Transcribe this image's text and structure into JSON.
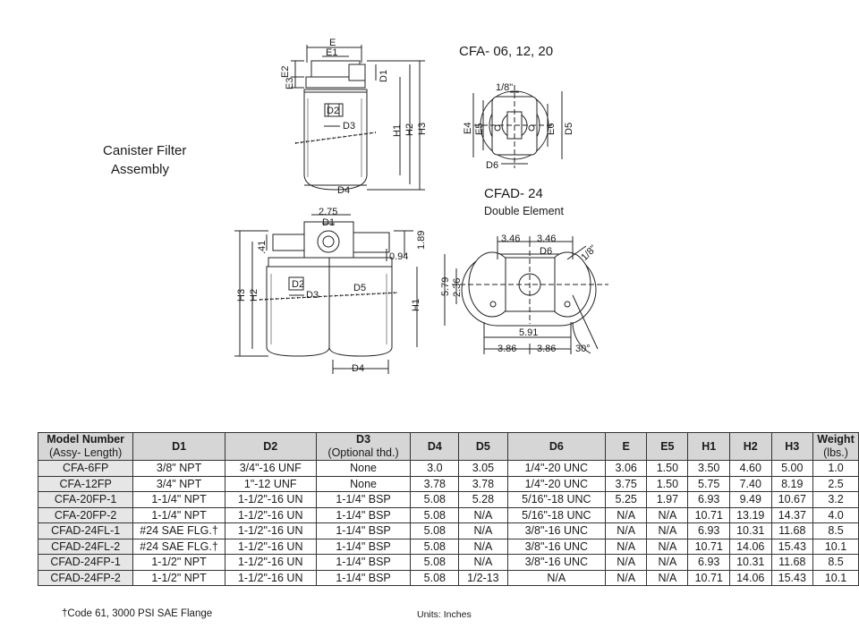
{
  "titles": {
    "cfa": "CFA- 06, 12, 20",
    "cfad": "CFAD- 24",
    "cfad_sub": "Double Element",
    "assembly_line1": "Canister Filter",
    "assembly_line2": "Assembly"
  },
  "labels": {
    "E": "E",
    "E1": "E1",
    "E2": "E2",
    "E3": "E3",
    "D1": "D1",
    "D2": "D2",
    "D3": "D3",
    "D4": "D4",
    "D5": "D5",
    "D6": "D6",
    "E4": "E4",
    "E5": "E5",
    "E6": "E6",
    "H1": "H1",
    "H2": "H2",
    "H3": "H3",
    "one_eighth": "1/8\"",
    "d275": "2.75",
    "d189": "1.89",
    "d41": ".41",
    "d094": "0.94",
    "d346a": "3.46",
    "d346b": "3.46",
    "d579": "5.79",
    "d236": "2.36",
    "d591": "5.91",
    "d386a": "3.86",
    "d386b": "3.86",
    "d30": "30°"
  },
  "table": {
    "headers": [
      {
        "main": "Model Number",
        "sub": "(Assy- Length)"
      },
      {
        "main": "D1",
        "sub": ""
      },
      {
        "main": "D2",
        "sub": ""
      },
      {
        "main": "D3",
        "sub": "(Optional thd.)"
      },
      {
        "main": "D4",
        "sub": ""
      },
      {
        "main": "D5",
        "sub": ""
      },
      {
        "main": "D6",
        "sub": ""
      },
      {
        "main": "E",
        "sub": ""
      },
      {
        "main": "E5",
        "sub": ""
      },
      {
        "main": "H1",
        "sub": ""
      },
      {
        "main": "H2",
        "sub": ""
      },
      {
        "main": "H3",
        "sub": ""
      },
      {
        "main": "Weight",
        "sub": "(lbs.)"
      }
    ],
    "rows": [
      [
        "CFA-6FP",
        "3/8\" NPT",
        "3/4\"-16 UNF",
        "None",
        "3.0",
        "3.05",
        "1/4\"-20 UNC",
        "3.06",
        "1.50",
        "3.50",
        "4.60",
        "5.00",
        "1.0"
      ],
      [
        "CFA-12FP",
        "3/4\" NPT",
        "1\"-12 UNF",
        "None",
        "3.78",
        "3.78",
        "1/4\"-20 UNC",
        "3.75",
        "1.50",
        "5.75",
        "7.40",
        "8.19",
        "2.5"
      ],
      [
        "CFA-20FP-1",
        "1-1/4\" NPT",
        "1-1/2\"-16 UN",
        "1-1/4\" BSP",
        "5.08",
        "5.28",
        "5/16\"-18 UNC",
        "5.25",
        "1.97",
        "6.93",
        "9.49",
        "10.67",
        "3.2"
      ],
      [
        "CFA-20FP-2",
        "1-1/4\" NPT",
        "1-1/2\"-16 UN",
        "1-1/4\" BSP",
        "5.08",
        "N/A",
        "5/16\"-18 UNC",
        "N/A",
        "N/A",
        "10.71",
        "13.19",
        "14.37",
        "4.0"
      ],
      [
        "CFAD-24FL-1",
        "#24 SAE FLG.†",
        "1-1/2\"-16 UN",
        "1-1/4\" BSP",
        "5.08",
        "N/A",
        "3/8\"-16 UNC",
        "N/A",
        "N/A",
        "6.93",
        "10.31",
        "11.68",
        "8.5"
      ],
      [
        "CFAD-24FL-2",
        "#24 SAE FLG.†",
        "1-1/2\"-16 UN",
        "1-1/4\" BSP",
        "5.08",
        "N/A",
        "3/8\"-16 UNC",
        "N/A",
        "N/A",
        "10.71",
        "14.06",
        "15.43",
        "10.1"
      ],
      [
        "CFAD-24FP-1",
        "1-1/2\" NPT",
        "1-1/2\"-16 UN",
        "1-1/4\" BSP",
        "5.08",
        "N/A",
        "3/8\"-16 UNC",
        "N/A",
        "N/A",
        "6.93",
        "10.31",
        "11.68",
        "8.5"
      ],
      [
        "CFAD-24FP-2",
        "1-1/2\" NPT",
        "1-1/2\"-16 UN",
        "1-1/4\" BSP",
        "5.08",
        "1/2-13",
        "N/A",
        "N/A",
        "N/A",
        "10.71",
        "14.06",
        "15.43",
        "10.1"
      ]
    ]
  },
  "footnotes": {
    "flange": "†Code 61, 3000 PSI SAE Flange",
    "units": "Units: Inches"
  }
}
